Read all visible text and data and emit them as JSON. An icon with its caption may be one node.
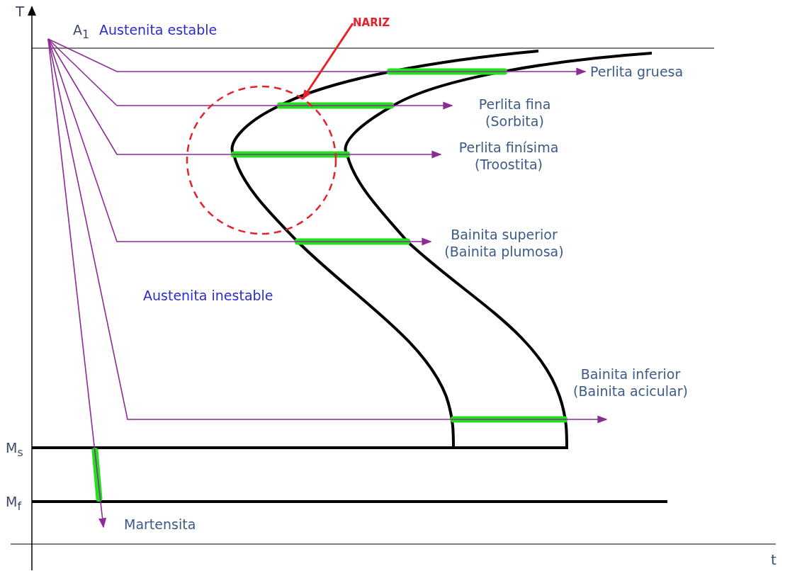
{
  "diagram": {
    "nodes": [
      {
        "text": [
          "Perlita gruesa"
        ]
      },
      {
        "text": [
          "Perlita fina (Sorbita)"
        ]
      },
      {
        "text": [
          "Perlita finísima (Troostita)"
        ]
      },
      {
        "text": [
          "Bainita superior (Bainita plumosa)"
        ]
      },
      {
        "text": [
          "Bainita inferior (Bainita acicular)"
        ]
      },
      {
        "text": [
          "Martensita"
        ]
      },
      {
        "text": [
          "NARIZ"
        ]
      },
      {
        "text": [],
        "shape": "circle"
      }
    ],
    "edges": [
      {
        "from": null,
        "to": 0,
        "arrow": "to"
      },
      {
        "from": null,
        "to": 1,
        "arrow": "to"
      },
      {
        "from": null,
        "to": 2,
        "arrow": "to"
      },
      {
        "from": null,
        "to": 3,
        "arrow": "to"
      },
      {
        "from": null,
        "to": 4,
        "arrow": "to"
      },
      {
        "from": null,
        "to": 5,
        "arrow": "to"
      },
      {
        "from": 6,
        "to": 7,
        "arrow": "to",
        "color": "#e8202a"
      }
    ],
    "labels": [
      "T",
      "A$_{1}$",
      "Austenita estable",
      "Austenita inestable",
      "M$_{s}$",
      "M$_{f}$",
      "t"
    ]
  }
}
